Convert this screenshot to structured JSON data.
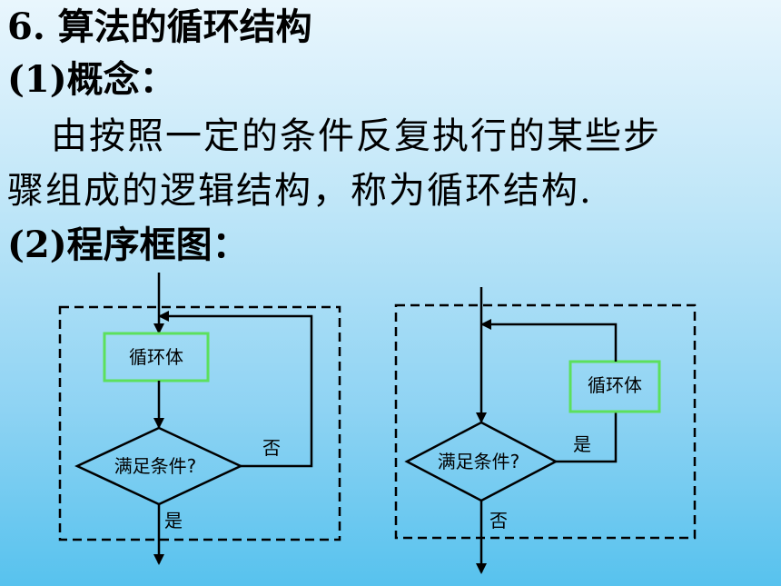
{
  "heading": "6. 算法的循环结构",
  "concept_heading": "(1)概念：",
  "concept_text_line1": "由按照一定的条件反复执行的某些步",
  "concept_text_line2": "骤组成的逻辑结构，称为循环结构.",
  "diagram_heading": "(2)程序框图：",
  "flowchart_left": {
    "body_label": "循环体",
    "condition_label": "满足条件?",
    "no_label": "否",
    "yes_label": "是"
  },
  "flowchart_right": {
    "body_label": "循环体",
    "condition_label": "满足条件?",
    "yes_label": "是",
    "no_label": "否"
  },
  "colors": {
    "box_border": "#5ce05c",
    "line": "#000000"
  }
}
